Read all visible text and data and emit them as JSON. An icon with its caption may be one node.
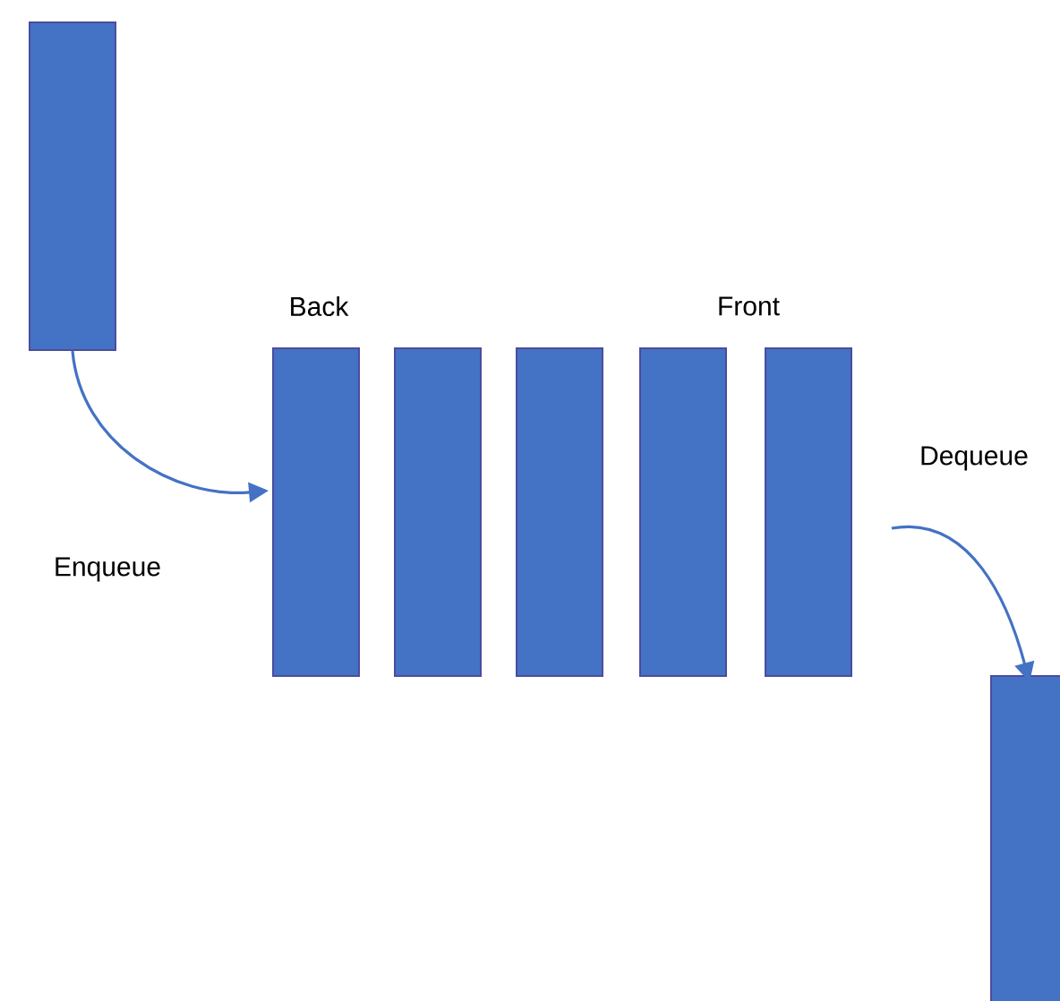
{
  "diagram": {
    "nodes": [
      {
        "text": [],
        "shape": "bar"
      },
      {
        "text": [],
        "shape": "bar",
        "beside": [
          "Back"
        ]
      },
      {
        "text": [],
        "shape": "bar"
      },
      {
        "text": [],
        "shape": "bar"
      },
      {
        "text": [],
        "shape": "bar"
      },
      {
        "text": [],
        "shape": "bar",
        "beside": [
          "Front"
        ]
      },
      {
        "text": [],
        "shape": "bar"
      }
    ],
    "edges": [
      {
        "from": 0,
        "to": 1,
        "arrow": "to",
        "label": "Enqueue"
      },
      {
        "from": 5,
        "to": 6,
        "arrow": "to",
        "label": "Dequeue"
      }
    ]
  }
}
